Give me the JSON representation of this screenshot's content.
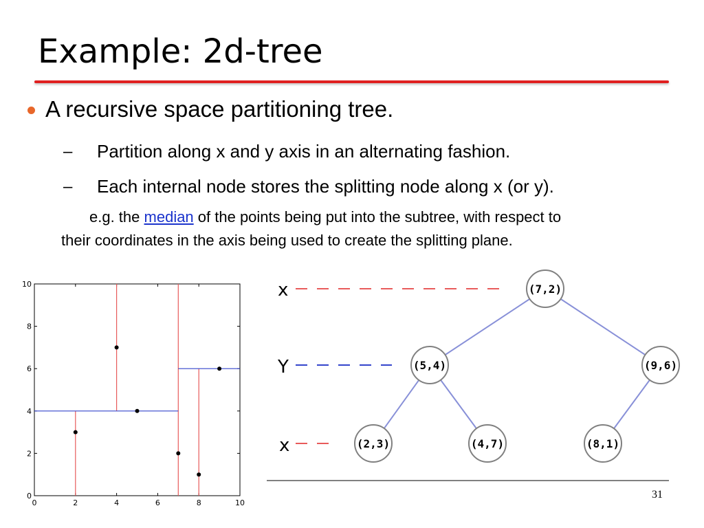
{
  "slide": {
    "title": "Example: 2d-tree",
    "bullet": "A recursive space partitioning tree.",
    "subbullets": [
      {
        "dash": "–",
        "text": "Partition along x and y axis in an alternating fashion."
      },
      {
        "dash": "–",
        "text": "Each internal node stores the splitting node along x (or y)."
      }
    ],
    "note": {
      "prefix": "e.g. the ",
      "link": "median",
      "suffix": " of the points being put into the subtree, with respect to",
      "line2": "their coordinates in the axis being used to create the splitting plane."
    },
    "page_number": "31",
    "colors": {
      "accent_rule": "#e02020",
      "bullet": "#e8672a",
      "link": "#1a33cc",
      "split_x": "#e85a5a",
      "split_y": "#3344cc",
      "tree_edge": "#8890d8"
    }
  },
  "plot": {
    "x_ticks": [
      "0",
      "2",
      "4",
      "6",
      "8",
      "10"
    ],
    "y_ticks": [
      "0",
      "2",
      "4",
      "6",
      "8",
      "10"
    ],
    "points": [
      [
        2,
        3
      ],
      [
        4,
        7
      ],
      [
        5,
        4
      ],
      [
        7,
        2
      ],
      [
        8,
        1
      ],
      [
        9,
        6
      ]
    ],
    "x_splits": [
      {
        "x": 7,
        "y0": 0,
        "y1": 10
      },
      {
        "x": 4,
        "y0": 4,
        "y1": 10
      },
      {
        "x": 2,
        "y0": 0,
        "y1": 4
      },
      {
        "x": 8,
        "y0": 0,
        "y1": 6
      }
    ],
    "y_splits": [
      {
        "y": 4,
        "x0": 0,
        "x1": 7
      },
      {
        "y": 6,
        "x0": 7,
        "x1": 10
      }
    ]
  },
  "tree": {
    "level_labels": [
      "x",
      "Y",
      "x"
    ],
    "nodes": {
      "root": "(7,2)",
      "left": "(5,4)",
      "right": "(9,6)",
      "ll": "(2,3)",
      "lr": "(4,7)",
      "rl": "(8,1)"
    }
  }
}
